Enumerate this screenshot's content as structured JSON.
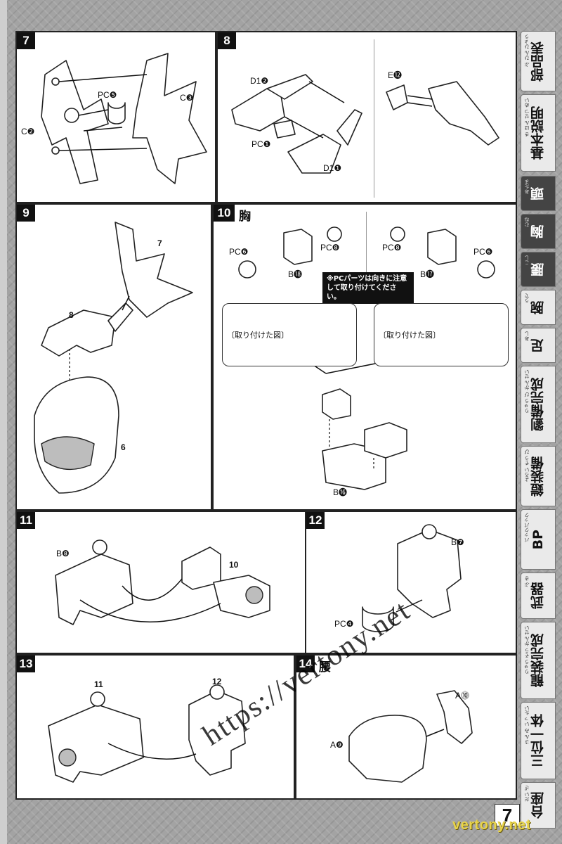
{
  "page_number": "7",
  "site_footer": "vertony.net",
  "watermark": "https://vertony.net",
  "tabs": [
    {
      "label": "部品表",
      "ruby": "ぶ ひん ひょう"
    },
    {
      "label": "基本説明",
      "ruby": "き ほん せつ めい"
    },
    {
      "label": "頭",
      "ruby": "あたま",
      "active": true
    },
    {
      "label": "胸",
      "ruby": "むね",
      "active": true
    },
    {
      "label": "腰",
      "ruby": "こし",
      "active": true
    },
    {
      "label": "腕",
      "ruby": "うで"
    },
    {
      "label": "足",
      "ruby": "あし"
    },
    {
      "label": "劉備完成",
      "ruby": "りゅう び かん せい"
    },
    {
      "label": "鎧装備",
      "ruby": "よろい そう び"
    },
    {
      "label": "BP",
      "ruby": "バックパック"
    },
    {
      "label": "武器",
      "ruby": "ぶ き"
    },
    {
      "label": "龍装完成",
      "ruby": "りゅう そう かん せい"
    },
    {
      "label": "三位一体",
      "ruby": "さん み いっ たい"
    },
    {
      "label": "台座",
      "ruby": "だい ざ"
    }
  ],
  "steps": {
    "s7": {
      "number": "7",
      "labels": {
        "pce": "PC❺",
        "c2": "C❷",
        "c3": "C❸"
      }
    },
    "s8": {
      "number": "8",
      "labels": {
        "d1_2": "D1❷",
        "pc1": "PC❶",
        "d1_1": "D1❶",
        "e12": "E⓬"
      }
    },
    "s9": {
      "number": "9",
      "refs": {
        "r7": "7",
        "r8": "8",
        "r6": "6"
      }
    },
    "s10": {
      "number": "10",
      "title": "胸",
      "labels": {
        "pcg_l": "PC❻",
        "pcb_l": "PC❽",
        "b18": "B⓲",
        "pcb_r": "PC❽",
        "pcg_r": "PC❻",
        "b17": "B⓱",
        "b16": "B⓰"
      },
      "note": "※PCパーツは向きに注意して取り付けてください。",
      "inset_label": "〔取り付けた図〕"
    },
    "s11": {
      "number": "11",
      "labels": {
        "b8": "B❽",
        "ref10": "10"
      }
    },
    "s12": {
      "number": "12",
      "labels": {
        "b7": "B❼",
        "pcd": "PC❹"
      }
    },
    "s13": {
      "number": "13",
      "refs": {
        "r11": "11",
        "r12": "12"
      }
    },
    "s14": {
      "number": "14",
      "title": "腰",
      "labels": {
        "a10": "A⓾",
        "a9": "A❾"
      }
    }
  }
}
